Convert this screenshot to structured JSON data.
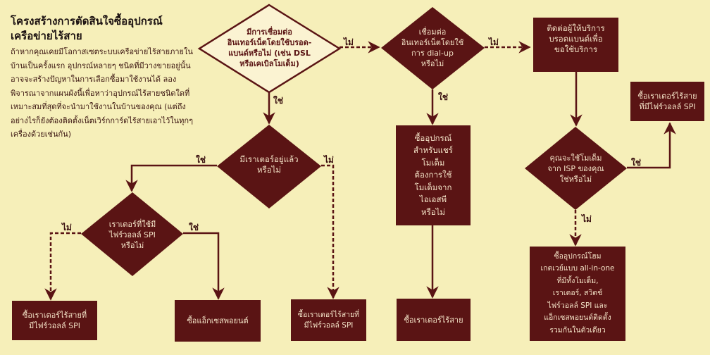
{
  "title": "โครงสร้างการตัดสินใจซื้ออุปกรณ์\nเครือข่ายไร้สาย",
  "intro": "ถ้าหากคุณเคยมีโอกาสเซตระบบเครือข่ายไร้สายภายในบ้านเป็นครั้งแรก อุปกรณ์หลายๆ ชนิดที่มีวางขายอยู่นั้น อาจจะสร้างปัญหาในการเลือกซื้อมาใช้งานได้ ลองพิจารณาจากแผนผังนี้เพื่อหาว่าอุปกรณ์ไร้สายชนิดใดที่เหมาะสมที่สุดที่จะนำมาใช้งานในบ้านของคุณ (แต่ถึงอย่างไรก็ยังต้องติดตั้งเน็ตเวิร์กการ์ดไร้สายเอาไว้ในทุกๆ เครื่องด้วยเช่นกัน)",
  "colors": {
    "background": "#f6efb9",
    "node": "#5a1414",
    "node_text": "#f3e2c6"
  },
  "nodes": {
    "q_broadband": "มีการเชื่อมต่อ\nอินเทอร์เน็ตโดยใช้บรอด-\nแบนด์หรือไม่ (เช่น DSL\nหรือเคเบิลโมเด็ม)",
    "q_dialup": "เชื่อมต่อ\nอินเทอร์เน็ตโดยใช้\nการ dial-up\nหรือไม่",
    "contact_isp": "ติดต่อผู้ให้บริการ\nบรอดแบนด์เพื่อ\nขอใช้บริการ",
    "q_isp_modem": "คุณจะใช้โมเด็ม\nจาก ISP ของคุณ\nใช่หรือไม่",
    "buy_router_spi_right": "ซื้อเราเตอร์ไร้สาย\nที่มีไฟร์วอลล์ SPI",
    "buy_gateway": "ซื้ออุปกรณ์โฮม\nเกตเวย์แบบ all-in-one\nที่มีทั้งโมเด็ม,\nเราเตอร์, สวิตช์\nไฟร์วอลล์ SPI และ\nแอ็กเซสพอยนต์ติดตั้ง\nรวมกันในตัวเดียว",
    "share_modem": "ซื้ออุปกรณ์\nสำหรับแชร์\nโมเด็ม\nต้องการใช้\nโมเด็มจาก\nไอเอสพี\nหรือไม่",
    "buy_router": "ซื้อเราเตอร์ไร้สาย",
    "q_have_router": "มีเราเตอร์อยู่แล้ว\nหรือไม่",
    "buy_router_spi_mid": "ซื้อเราเตอร์ไร้สายที่\nมีไฟร์วอลล์ SPI",
    "q_router_spi": "เราเตอร์ที่ใช้มี\nไฟร์วอลล์ SPI\nหรือไม่",
    "buy_router_spi_left": "ซื้อเราเตอร์ไร้สายที่\nมีไฟร์วอลล์ SPI",
    "buy_access_point": "ซื้อแอ็กเซสพอยนต์"
  },
  "labels": {
    "yes": "ใช่",
    "no": "ไม่"
  }
}
